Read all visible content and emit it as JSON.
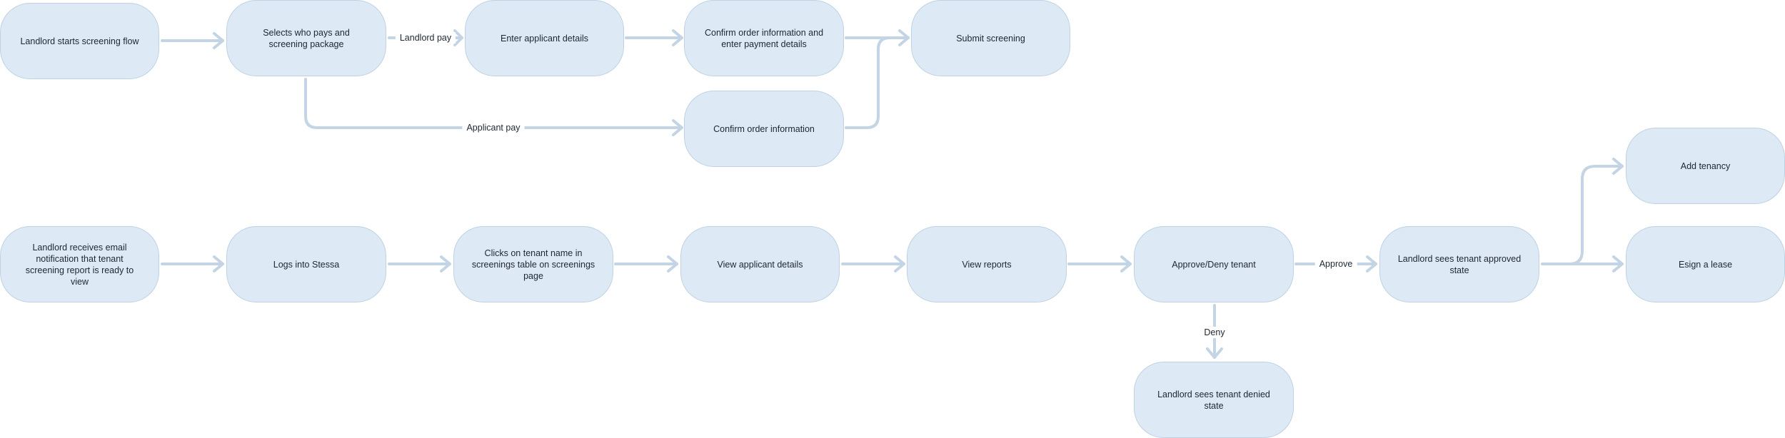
{
  "nodes": {
    "landlord_starts": "Landlord starts screening flow",
    "selects_who_pays": "Selects who pays and screening package",
    "enter_applicant": "Enter applicant details",
    "confirm_payment": "Confirm order information and enter payment details",
    "submit_screening": "Submit screening",
    "confirm_order": "Confirm order information",
    "email_notification": "Landlord receives email notification that tenant screening report is ready to view",
    "logs_in": "Logs into Stessa",
    "clicks_tenant": "Clicks on tenant name in screenings table on screenings page",
    "view_applicant": "View applicant details",
    "view_reports": "View reports",
    "approve_deny": "Approve/Deny tenant",
    "sees_approved": "Landlord sees tenant approved state",
    "add_tenancy": "Add tenancy",
    "esign_lease": "Esign a lease",
    "sees_denied": "Landlord sees tenant denied state"
  },
  "edge_labels": {
    "landlord_pay": "Landlord pay",
    "applicant_pay": "Applicant pay",
    "approve": "Approve",
    "deny": "Deny"
  },
  "colors": {
    "node_fill": "#dde9f4",
    "node_border": "#bfd2e3",
    "edge": "#c3d5e5",
    "text": "#1d2733"
  }
}
